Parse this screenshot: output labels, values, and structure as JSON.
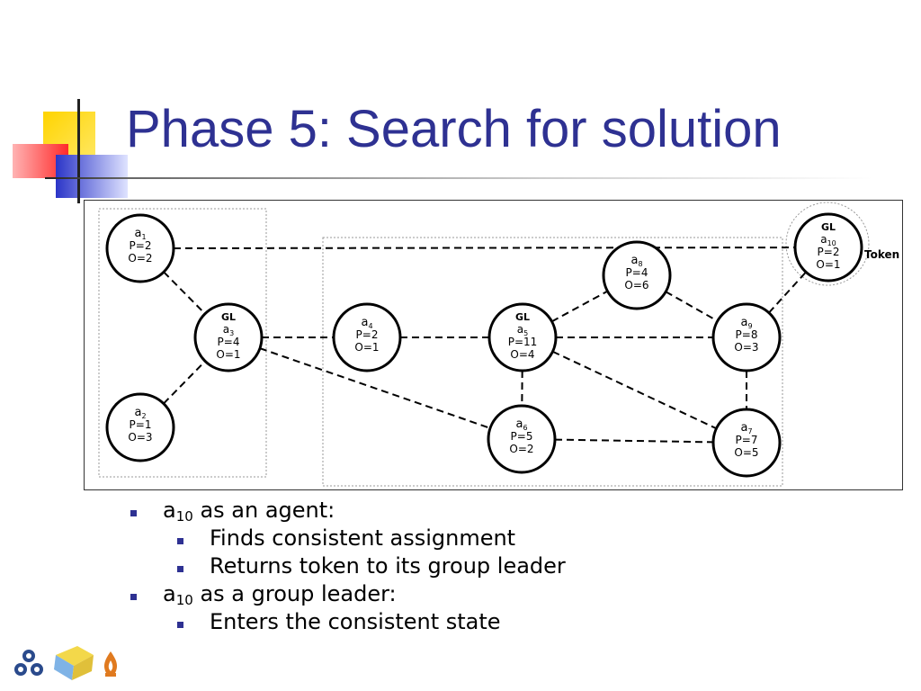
{
  "title": "Phase 5: Search for solution",
  "colors": {
    "title": "#2e3192",
    "bullet": "#2e3192"
  },
  "diagram": {
    "token_label": "Token",
    "nodes": [
      {
        "id": "a1",
        "gl": "",
        "name": "a",
        "sub": "1",
        "p": "P=2",
        "o": "O=2"
      },
      {
        "id": "a2",
        "gl": "",
        "name": "a",
        "sub": "2",
        "p": "P=1",
        "o": "O=3"
      },
      {
        "id": "a3",
        "gl": "GL",
        "name": "a",
        "sub": "3",
        "p": "P=4",
        "o": "O=1"
      },
      {
        "id": "a4",
        "gl": "",
        "name": "a",
        "sub": "4",
        "p": "P=2",
        "o": "O=1"
      },
      {
        "id": "a5",
        "gl": "GL",
        "name": "a",
        "sub": "5",
        "p": "P=11",
        "o": "O=4"
      },
      {
        "id": "a6",
        "gl": "",
        "name": "a",
        "sub": "6",
        "p": "P=5",
        "o": "O=2"
      },
      {
        "id": "a7",
        "gl": "",
        "name": "a",
        "sub": "7",
        "p": "P=7",
        "o": "O=5"
      },
      {
        "id": "a8",
        "gl": "",
        "name": "a",
        "sub": "8",
        "p": "P=4",
        "o": "O=6"
      },
      {
        "id": "a9",
        "gl": "",
        "name": "a",
        "sub": "9",
        "p": "P=8",
        "o": "O=3"
      },
      {
        "id": "a10",
        "gl": "GL",
        "name": "a",
        "sub": "10",
        "p": "P=2",
        "o": "O=1"
      }
    ],
    "edges": [
      [
        "a1",
        "a10"
      ],
      [
        "a1",
        "a3"
      ],
      [
        "a2",
        "a3"
      ],
      [
        "a3",
        "a4"
      ],
      [
        "a3",
        "a6"
      ],
      [
        "a4",
        "a5"
      ],
      [
        "a5",
        "a8"
      ],
      [
        "a5",
        "a9"
      ],
      [
        "a5",
        "a6"
      ],
      [
        "a5",
        "a7"
      ],
      [
        "a6",
        "a7"
      ],
      [
        "a8",
        "a9"
      ],
      [
        "a9",
        "a7"
      ],
      [
        "a9",
        "a10"
      ]
    ]
  },
  "bullets": [
    {
      "level": 1,
      "pre": "a",
      "sub": "10",
      "text": " as an agent:"
    },
    {
      "level": 2,
      "pre": "",
      "sub": "",
      "text": "Finds consistent assignment"
    },
    {
      "level": 2,
      "pre": "",
      "sub": "",
      "text": "Returns token to its group leader"
    },
    {
      "level": 1,
      "pre": "a",
      "sub": "10",
      "text": " as a group leader:"
    },
    {
      "level": 2,
      "pre": "",
      "sub": "",
      "text": "Enters the consistent state"
    }
  ]
}
